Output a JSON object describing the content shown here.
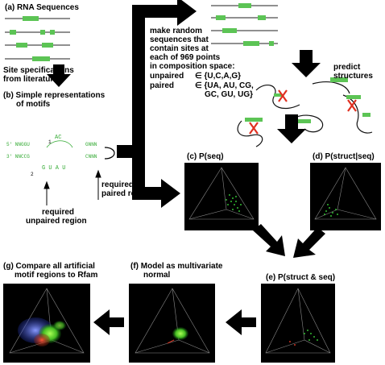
{
  "labels": {
    "a": "(a) RNA Sequences",
    "site_line1": "Site specifications",
    "site_line2": "from literature",
    "b_line1": "(b) Simple representations",
    "b_line2": "of motifs",
    "make_line1": "make random",
    "make_line2": "sequences that",
    "make_line3": "contain sites at",
    "make_line4": "each of 969 points",
    "make_line5": "in composition space:",
    "unpaired_word": "unpaired",
    "unpaired_set": "∈ {U,C,A,G}",
    "paired_word": "paired",
    "paired_set1": "∈ {UA, AU, CG,",
    "paired_set2": "GC, GU, UG}",
    "predict_line1": "predict",
    "predict_line2": "structures",
    "c": "(c) P(seq)",
    "d": "(d) P(struct|seq)",
    "e": "(e) P(struct & seq)",
    "f_line1": "(f) Model as multivariate",
    "f_line2": "normal",
    "g_line1": "(g) Compare all artificial",
    "g_line2": "motif regions to Rfam",
    "paired_region_1": "required",
    "paired_region_2": "paired region",
    "unpaired_region_1": "required",
    "unpaired_region_2": "unpaired region"
  },
  "motif": {
    "top_left": "5' NNGGU",
    "top_right": "GNNN",
    "bot_left": "3' NNCCG",
    "bot_right": "CNNN",
    "loop_top": "AC",
    "loop_bot": "G U A U",
    "num1": "1",
    "num2": "2"
  },
  "colors": {
    "seq_green": "#5cc455",
    "motif_green": "#33aa33",
    "panel_bg": "#000000",
    "cross_red": "#e03020",
    "arrow": "#000000"
  }
}
